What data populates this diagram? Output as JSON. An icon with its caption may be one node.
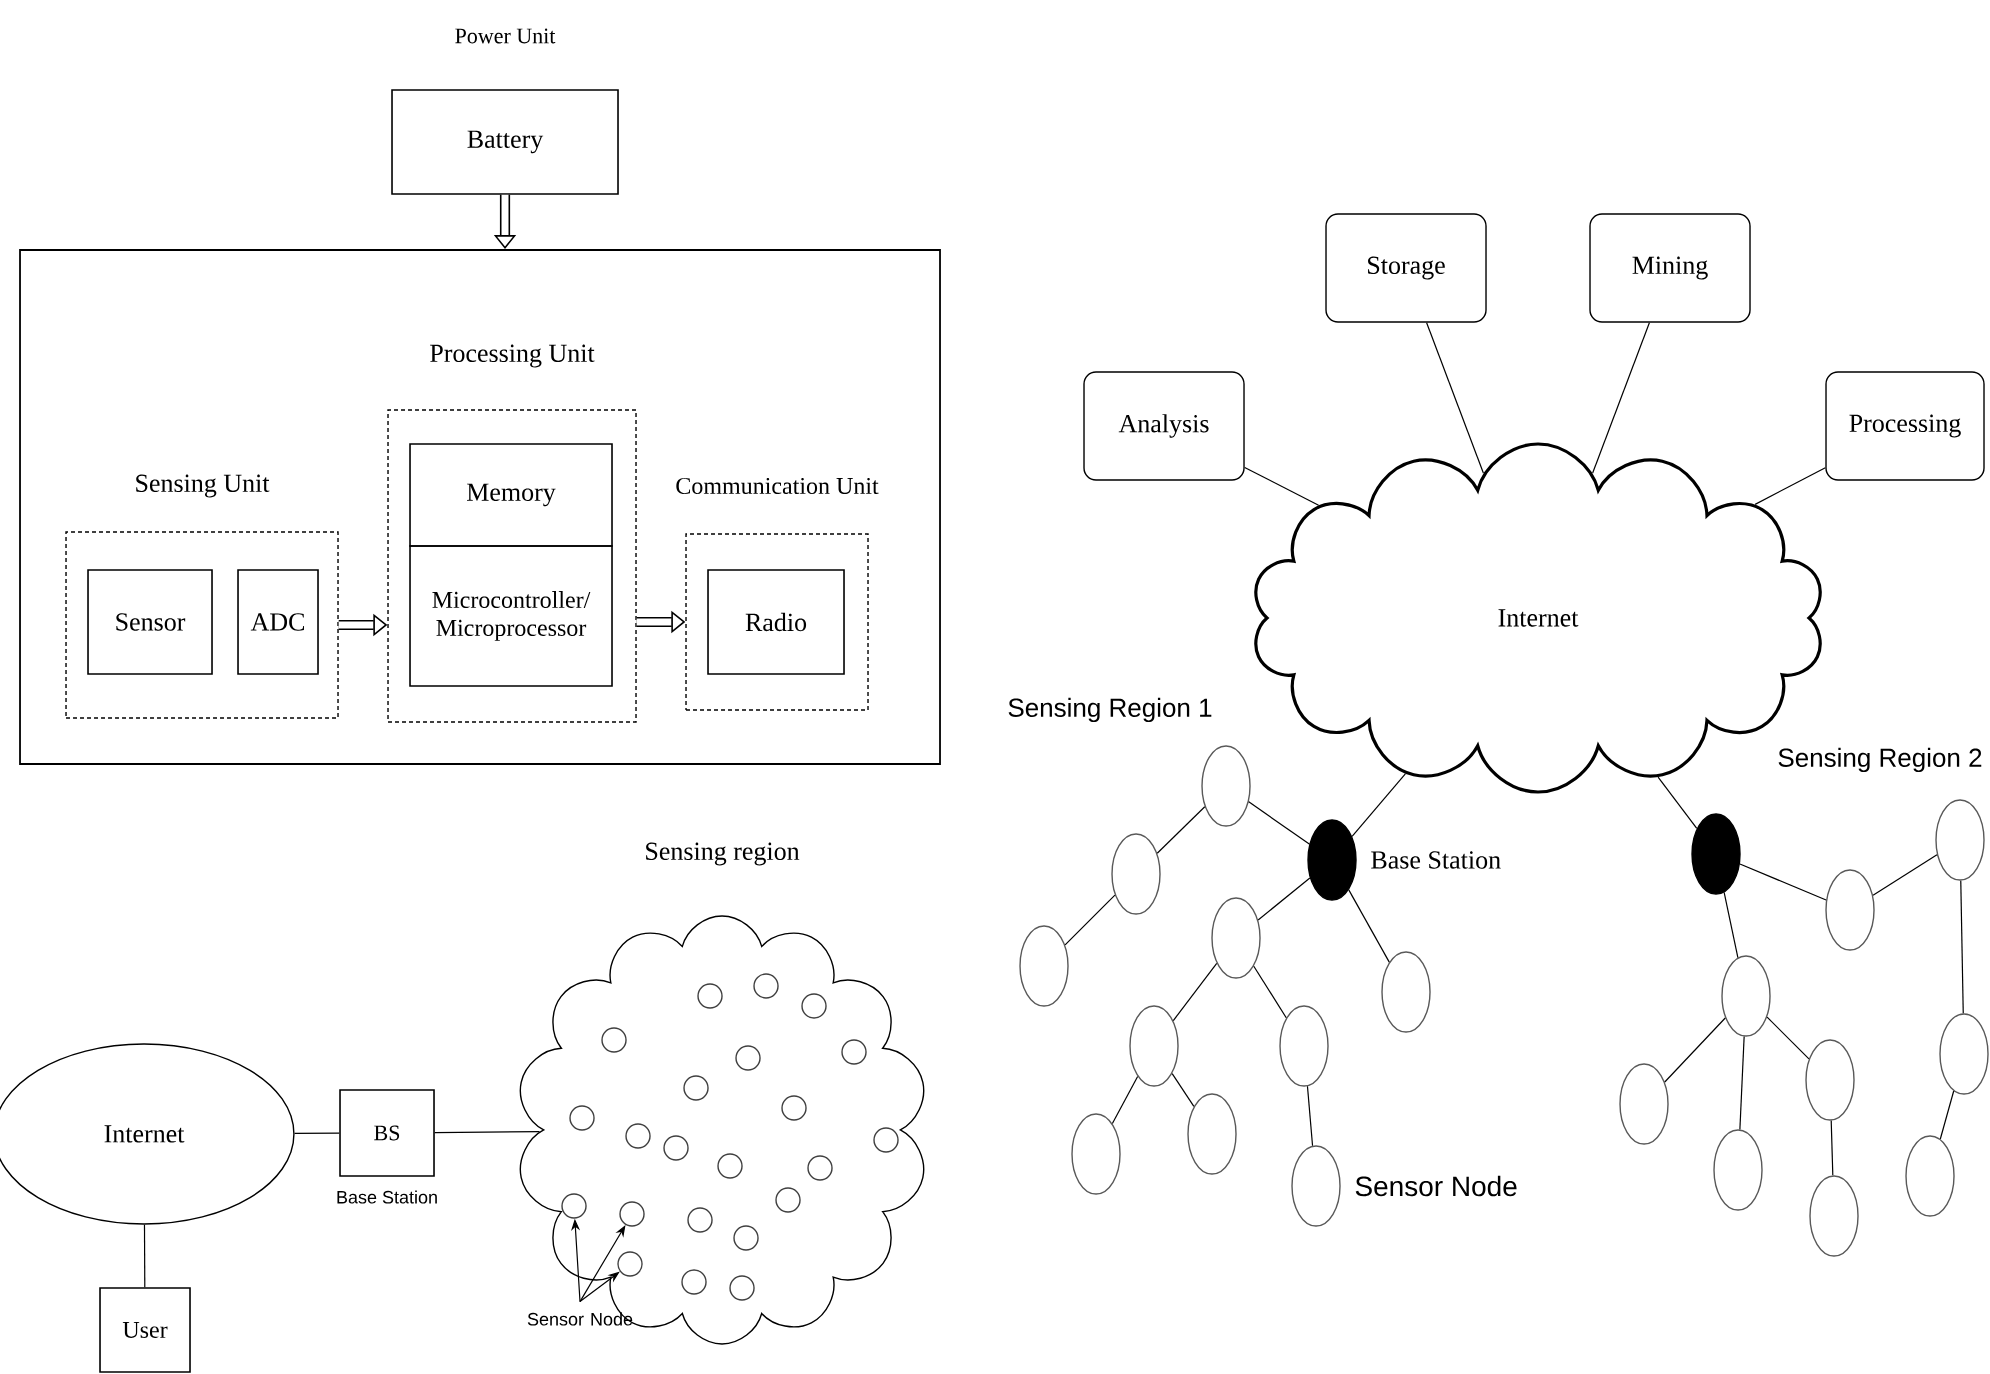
{
  "diagram": {
    "nodes": [
      {
        "text": [
          "Power Unit",
          "Battery"
        ]
      },
      {
        "text": [],
        "shape": "box"
      },
      {
        "text": [
          "Sensing Unit"
        ],
        "in": 1
      },
      {
        "text": [
          "Sensor"
        ],
        "in": 2
      },
      {
        "text": [
          "ADC"
        ],
        "in": 2
      },
      {
        "text": [
          "Processing Unit"
        ],
        "in": 1
      },
      {
        "text": [
          "Memory"
        ],
        "in": 5
      },
      {
        "text": [
          "Microcontroller/ Microprocessor"
        ],
        "in": 5
      },
      {
        "text": [
          "Communication Unit"
        ],
        "in": 1
      },
      {
        "text": [
          "Radio"
        ],
        "in": 8
      },
      {
        "text": [
          "Internet"
        ]
      },
      {
        "text": [
          "BS"
        ],
        "beside": [
          "Base Station"
        ]
      },
      {
        "text": [
          "User"
        ]
      },
      {
        "text": [
          "Sensing region"
        ]
      },
      {
        "text": [],
        "shape": "circle",
        "in": 13
      },
      {
        "text": [],
        "shape": "circle",
        "in": 13
      },
      {
        "text": [],
        "shape": "circle",
        "in": 13
      },
      {
        "text": [],
        "shape": "circle",
        "in": 13
      },
      {
        "text": [],
        "shape": "circle",
        "in": 13
      },
      {
        "text": [],
        "shape": "circle",
        "in": 13
      },
      {
        "text": [],
        "shape": "circle",
        "in": 13
      },
      {
        "text": [],
        "shape": "circle",
        "in": 13
      },
      {
        "text": [],
        "shape": "circle",
        "in": 13
      },
      {
        "text": [],
        "shape": "circle",
        "in": 13
      },
      {
        "text": [],
        "shape": "circle",
        "in": 13
      },
      {
        "text": [],
        "shape": "circle",
        "in": 13
      },
      {
        "text": [],
        "shape": "circle",
        "in": 13
      },
      {
        "text": [],
        "shape": "circle",
        "in": 13
      },
      {
        "text": [],
        "shape": "circle",
        "in": 13
      },
      {
        "text": [],
        "shape": "circle",
        "in": 13
      },
      {
        "text": [],
        "shape": "circle",
        "in": 13
      },
      {
        "text": [],
        "shape": "circle",
        "in": 13
      },
      {
        "text": [],
        "shape": "circle",
        "in": 13
      },
      {
        "text": [],
        "shape": "circle",
        "in": 13
      },
      {
        "text": [],
        "shape": "circle",
        "in": 13
      },
      {
        "text": [],
        "shape": "circle",
        "in": 13
      },
      {
        "text": [
          "Sensor Node"
        ]
      },
      {
        "text": [
          "Analysis"
        ]
      },
      {
        "text": [
          "Storage"
        ]
      },
      {
        "text": [
          "Mining"
        ]
      },
      {
        "text": [
          "Processing"
        ]
      },
      {
        "text": [
          "Internet"
        ]
      },
      {
        "text": [],
        "shape": "circle",
        "beside": [
          "Base Station"
        ]
      },
      {
        "text": [],
        "shape": "circle"
      },
      {
        "text": [],
        "shape": "circle"
      },
      {
        "text": [],
        "shape": "circle"
      },
      {
        "text": [],
        "shape": "circle"
      },
      {
        "text": [],
        "shape": "circle"
      },
      {
        "text": [],
        "shape": "circle"
      },
      {
        "text": [],
        "shape": "circle"
      },
      {
        "text": [],
        "shape": "circle"
      },
      {
        "text": [],
        "shape": "circle"
      },
      {
        "text": [],
        "shape": "circle"
      },
      {
        "text": [],
        "shape": "circle",
        "beside": [
          "Sensor Node"
        ]
      },
      {
        "text": [],
        "shape": "circle"
      },
      {
        "text": [],
        "shape": "circle"
      },
      {
        "text": [],
        "shape": "circle"
      },
      {
        "text": [],
        "shape": "circle"
      },
      {
        "text": [],
        "shape": "circle"
      },
      {
        "text": [],
        "shape": "circle"
      },
      {
        "text": [],
        "shape": "circle"
      },
      {
        "text": [],
        "shape": "circle"
      },
      {
        "text": [],
        "shape": "circle"
      }
    ],
    "edges": [
      {
        "from": 0,
        "to": 1,
        "arrow": "to",
        "style": "thick"
      },
      {
        "from": 2,
        "to": 5,
        "arrow": "to",
        "style": "thick"
      },
      {
        "from": 5,
        "to": 8,
        "arrow": "to",
        "style": "thick"
      },
      {
        "from": 10,
        "to": 11,
        "arrow": "none"
      },
      {
        "from": 11,
        "to": 13,
        "arrow": "none"
      },
      {
        "from": 10,
        "to": 12,
        "arrow": "none"
      },
      {
        "from": 36,
        "to": 29,
        "arrow": "to"
      },
      {
        "from": 36,
        "to": 30,
        "arrow": "to"
      },
      {
        "from": 36,
        "to": 33,
        "arrow": "to"
      },
      {
        "from": 37,
        "to": 41,
        "arrow": "none"
      },
      {
        "from": 38,
        "to": 41,
        "arrow": "none"
      },
      {
        "from": 39,
        "to": 41,
        "arrow": "none"
      },
      {
        "from": 40,
        "to": 41,
        "arrow": "none"
      },
      {
        "from": 42,
        "to": 41,
        "arrow": "none"
      },
      {
        "from": 43,
        "to": 41,
        "arrow": "none"
      },
      {
        "from": 42,
        "to": 44,
        "arrow": "none"
      },
      {
        "from": 44,
        "to": 45,
        "arrow": "none"
      },
      {
        "from": 45,
        "to": 46,
        "arrow": "none"
      },
      {
        "from": 42,
        "to": 47,
        "arrow": "none"
      },
      {
        "from": 42,
        "to": 48,
        "arrow": "none"
      },
      {
        "from": 47,
        "to": 49,
        "arrow": "none"
      },
      {
        "from": 47,
        "to": 50,
        "arrow": "none"
      },
      {
        "from": 49,
        "to": 51,
        "arrow": "none"
      },
      {
        "from": 49,
        "to": 52,
        "arrow": "none"
      },
      {
        "from": 50,
        "to": 53,
        "arrow": "none"
      },
      {
        "from": 43,
        "to": 54,
        "arrow": "none"
      },
      {
        "from": 54,
        "to": 55,
        "arrow": "none"
      },
      {
        "from": 55,
        "to": 61,
        "arrow": "none"
      },
      {
        "from": 61,
        "to": 62,
        "arrow": "none"
      },
      {
        "from": 43,
        "to": 56,
        "arrow": "none"
      },
      {
        "from": 56,
        "to": 57,
        "arrow": "none"
      },
      {
        "from": 56,
        "to": 58,
        "arrow": "none"
      },
      {
        "from": 56,
        "to": 59,
        "arrow": "none"
      },
      {
        "from": 59,
        "to": 60,
        "arrow": "none"
      }
    ],
    "labels": [
      "Sensing Region 1",
      "Sensing Region 2"
    ]
  }
}
